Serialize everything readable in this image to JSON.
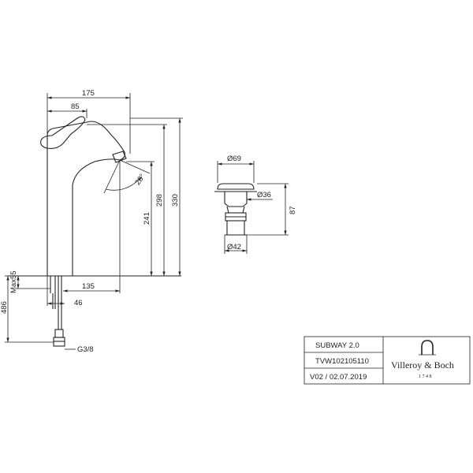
{
  "drawing": {
    "faucet_dims": {
      "overall_width": "175",
      "handle_offset": "85",
      "spout_angle": "28°",
      "spout_height": "241",
      "lever_height": "298",
      "total_height": "330",
      "projection": "135",
      "shank_offset": "46",
      "max_counter": "Max55",
      "hose_length": "486",
      "thread": "G3/8"
    },
    "waste_dims": {
      "cap_diameter": "Ø69",
      "body_diameter": "Ø36",
      "height": "87",
      "base_diameter": "Ø42"
    }
  },
  "title_block": {
    "product_name": "SUBWAY 2.0",
    "article_number": "TVW102105110",
    "revision": "V02 / 02.07.2019",
    "brand_name": "Villeroy & Boch",
    "brand_year": "1748"
  }
}
